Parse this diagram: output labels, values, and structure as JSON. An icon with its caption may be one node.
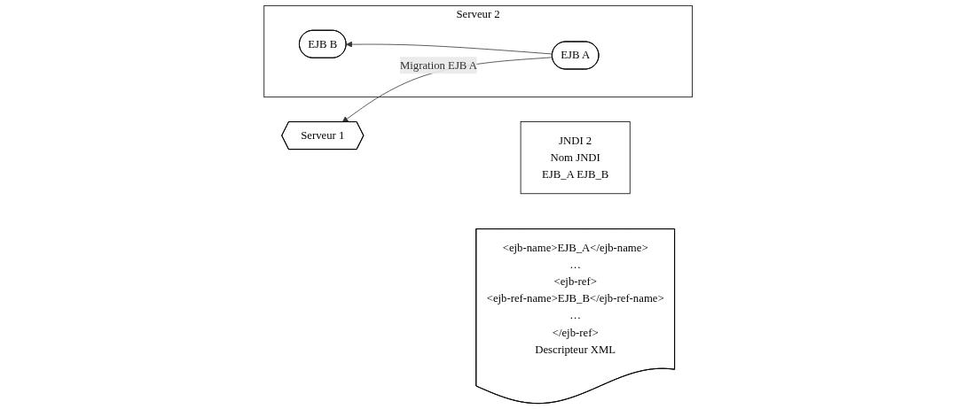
{
  "diagram": {
    "nodes": [
      {
        "text": [
          "Serveur 1"
        ]
      },
      {
        "text": [
          "JNDI 2",
          "Nom JNDI",
          "EJB_A EJB_B"
        ]
      },
      {
        "text": [
          "Serveur 2"
        ]
      },
      {
        "text": [
          "EJB B"
        ],
        "in": 2
      },
      {
        "text": [
          "EJB A"
        ],
        "in": 2
      },
      {
        "text": [
          "<ejb-name>EJB_A</ejb-name>",
          "…",
          "<ejb-ref>",
          "<ejb-ref-name>EJB_B</ejb-ref-name>",
          "…",
          "</ejb-ref>",
          "Descripteur XML"
        ]
      }
    ],
    "edges": [
      {
        "from": 4,
        "to": 3,
        "arrow": "to"
      },
      {
        "from": 4,
        "to": 0,
        "arrow": "to",
        "label": "Migration EJB A"
      }
    ]
  }
}
